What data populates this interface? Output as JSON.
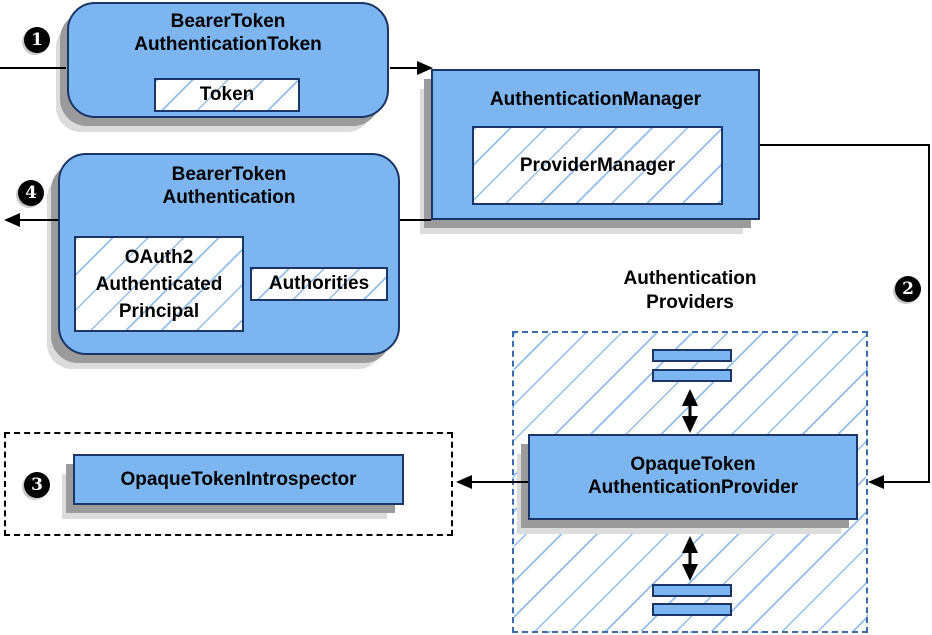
{
  "nodes": {
    "bearerTokenAuthenticationToken": {
      "title": [
        "BearerToken",
        "AuthenticationToken"
      ],
      "token_label": "Token"
    },
    "authenticationManager": {
      "title": "AuthenticationManager",
      "provider_manager_label": "ProviderManager"
    },
    "bearerTokenAuthentication": {
      "title": [
        "BearerToken",
        "Authentication"
      ],
      "principal_label": [
        "OAuth2",
        "Authenticated",
        "Principal"
      ],
      "authorities_label": "Authorities"
    },
    "authenticationProviders": {
      "label": [
        "Authentication",
        "Providers"
      ]
    },
    "opaqueTokenAuthenticationProvider": {
      "title": [
        "OpaqueToken",
        "AuthenticationProvider"
      ]
    },
    "opaqueTokenIntrospector": {
      "title": "OpaqueTokenIntrospector"
    }
  },
  "steps": {
    "one": "1",
    "two": "2",
    "three": "3",
    "four": "4"
  },
  "colors": {
    "node_fill": "#7cb5f0",
    "node_border": "#1b3567",
    "hatch_line": "#8abaee",
    "dashed_container_border": "#3a6bac",
    "dotted_container_border": "#000000",
    "shadow_dark": "#9b9b9b",
    "shadow_light": "#dcdcdc",
    "connector": "#000000"
  }
}
